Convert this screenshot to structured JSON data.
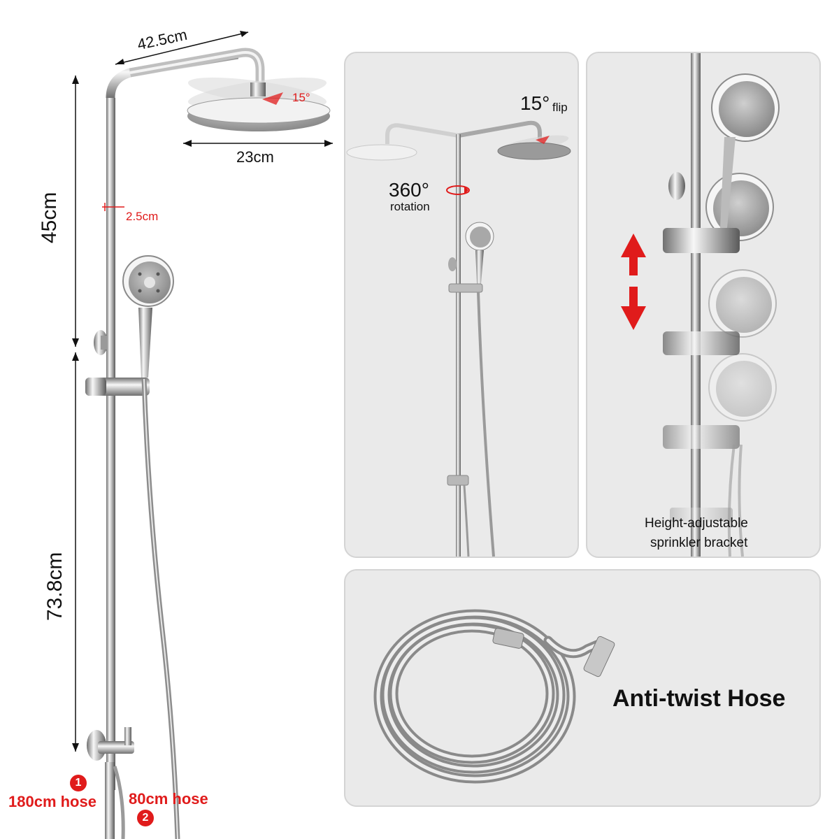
{
  "main": {
    "width_label": "42.5cm",
    "head_label": "23cm",
    "flip_label": "15°",
    "upper_height_label": "45cm",
    "pipe_label": "2.5cm",
    "lower_height_label": "73.8cm",
    "hose1": {
      "badge": "1",
      "label": "180cm hose"
    },
    "hose2": {
      "badge": "2",
      "label": "80cm hose"
    }
  },
  "panel_rotation": {
    "flip_value": "15°",
    "flip_word": "flip",
    "rotation_value": "360°",
    "rotation_word": "rotation"
  },
  "panel_height": {
    "caption_line1": "Height-adjustable",
    "caption_line2": "sprinkler bracket"
  },
  "panel_hose": {
    "title": "Anti-twist Hose"
  },
  "colors": {
    "accent_red": "#e01b1b",
    "panel_bg": "#eaeaea",
    "chrome_light": "#f4f4f4",
    "chrome_dark": "#6f6f6f"
  }
}
